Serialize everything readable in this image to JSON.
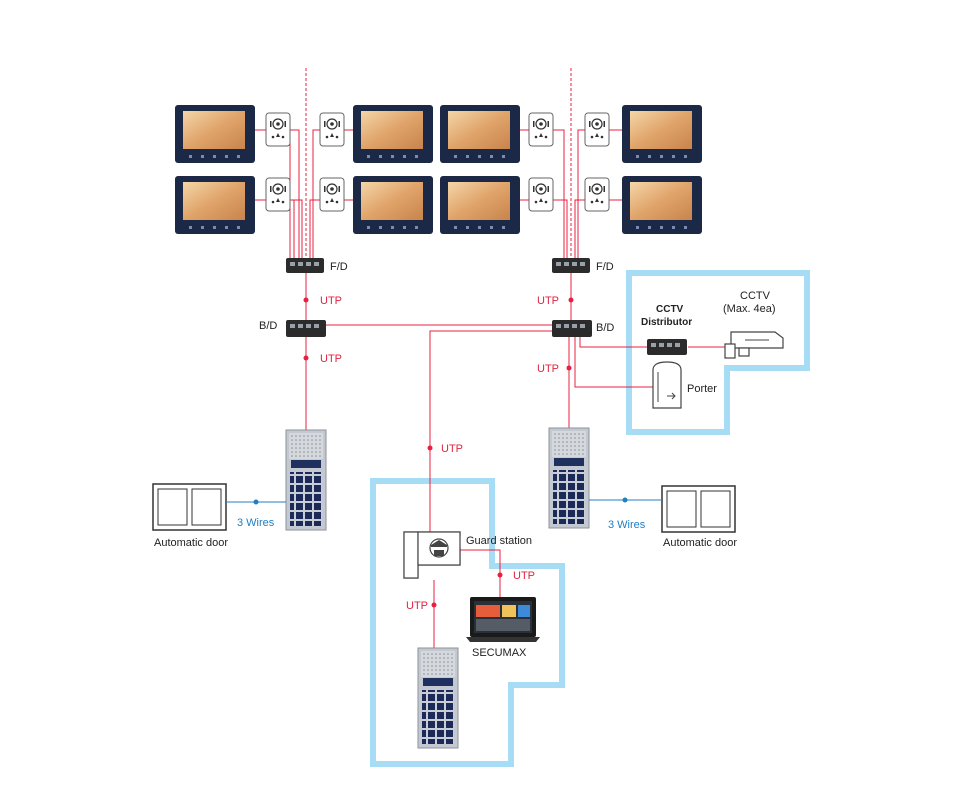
{
  "labels": {
    "fd_left": "F/D",
    "fd_right": "F/D",
    "bd_left": "B/D",
    "bd_right": "B/D",
    "utp_1": "UTP",
    "utp_2": "UTP",
    "utp_3": "UTP",
    "utp_4": "UTP",
    "utp_5": "UTP",
    "utp_6": "UTP",
    "utp_7": "UTP",
    "cctv_distributor_line1": "CCTV",
    "cctv_distributor_line2": "Distributor",
    "cctv_line1": "CCTV",
    "cctv_line2": "(Max. 4ea)",
    "porter": "Porter",
    "guard_station": "Guard station",
    "secumax": "SECUMAX",
    "wires_left": "3 Wires",
    "wires_right": "3 Wires",
    "auto_door_left": "Automatic door",
    "auto_door_right": "Automatic door"
  },
  "colors": {
    "cable": "#e8203f",
    "highlight": "#a6dcf4",
    "wire": "#1f7fc4",
    "dashed": "#e8203f"
  },
  "icons": {
    "monitor": "video-monitor-icon",
    "door_station": "intercom-door-camera-icon",
    "distributor": "network-distributor-icon",
    "lobby_panel": "lobby-entrance-panel-icon",
    "cctv": "cctv-camera-icon",
    "porter": "porter-door-icon",
    "guard": "guard-station-icon",
    "laptop": "laptop-icon",
    "door": "automatic-door-icon"
  }
}
